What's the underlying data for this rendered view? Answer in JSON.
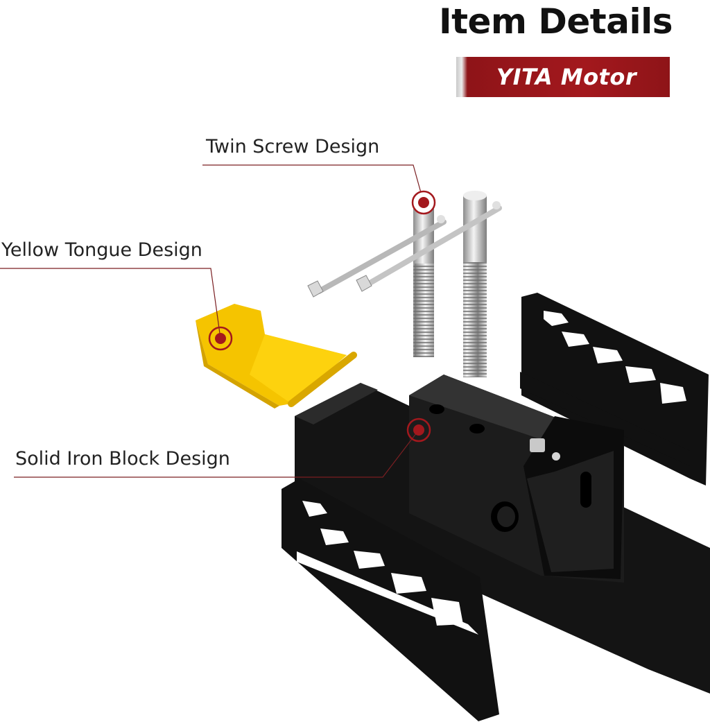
{
  "header": {
    "title": "Item Details"
  },
  "brand": {
    "logo_text": "YITA Motor",
    "color": "#a3181d"
  },
  "callouts": [
    {
      "label": "Twin Screw Design"
    },
    {
      "label": "Yellow Tongue Design"
    },
    {
      "label": "Solid Iron Block Design"
    }
  ],
  "colors": {
    "accent": "#a3181d",
    "tongue": "#f5c400",
    "steel": "#c9c9c9",
    "iron": "#111111"
  }
}
